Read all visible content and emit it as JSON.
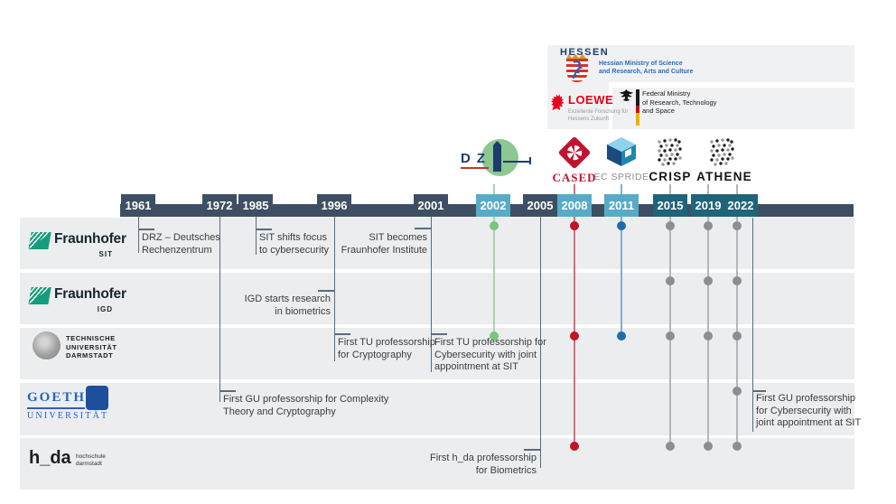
{
  "funders": {
    "hessen": {
      "wordmark": "HESSEN",
      "ministry": "Hessian Ministry of Science\nand Research, Arts and Culture"
    },
    "loewe": {
      "wordmark": "LOEWE",
      "tagline": "Exzellente Forschung für\nHessens Zukunft"
    },
    "federal_ministry": {
      "name": "Federal Ministry\nof Research, Technology\nand Space"
    }
  },
  "centers": [
    {
      "id": "dzi",
      "wordmark": "DZ",
      "color": "#1d3c6e",
      "year": "2002"
    },
    {
      "id": "cased",
      "wordmark": "CASED",
      "color": "#c2122f",
      "year": "2008"
    },
    {
      "id": "ec-spride",
      "wordmark": "EC SPRIDE",
      "color": "#1f6ca8",
      "year": "2011"
    },
    {
      "id": "crisp",
      "wordmark": "CRISP",
      "color": "#8e8e8e",
      "year": "2015"
    },
    {
      "id": "athene",
      "wordmark": "ATHENE",
      "color": "#8e8e8e",
      "year": "2019"
    }
  ],
  "timeline": {
    "years": [
      {
        "label": "1961",
        "style": "dark"
      },
      {
        "label": "1972",
        "style": "dark"
      },
      {
        "label": "1985",
        "style": "dark"
      },
      {
        "label": "1996",
        "style": "dark"
      },
      {
        "label": "2001",
        "style": "dark"
      },
      {
        "label": "2002",
        "style": "light-blue"
      },
      {
        "label": "2005",
        "style": "dark"
      },
      {
        "label": "2008",
        "style": "light-blue"
      },
      {
        "label": "2011",
        "style": "light-blue"
      },
      {
        "label": "2015",
        "style": "teal"
      },
      {
        "label": "2019",
        "style": "teal"
      },
      {
        "label": "2022",
        "style": "teal"
      }
    ]
  },
  "rows": [
    {
      "institution": "Fraunhofer SIT",
      "logo": {
        "brand": "Fraunhofer",
        "sub": "SIT"
      },
      "events": [
        {
          "year": "1961",
          "text": "DRZ – Deutsches\nRechenzentrum"
        },
        {
          "year": "1985",
          "text": "SIT shifts focus\nto cybersecurity"
        },
        {
          "year": "2001",
          "text": "SIT becomes\nFraunhofer Institute"
        }
      ],
      "milestone_years": [
        "2002",
        "2008",
        "2011",
        "2015",
        "2019",
        "2022"
      ]
    },
    {
      "institution": "Fraunhofer IGD",
      "logo": {
        "brand": "Fraunhofer",
        "sub": "IGD"
      },
      "events": [
        {
          "year": "1996",
          "text": "IGD starts research\nin biometrics"
        }
      ],
      "milestone_years": [
        "2015",
        "2019",
        "2022"
      ]
    },
    {
      "institution": "Technische Universität Darmstadt",
      "logo": {
        "lines": "TECHNISCHE\nUNIVERSITÄT\nDARMSTADT"
      },
      "events": [
        {
          "year": "1996",
          "text": "First TU professorship\nfor Cryptography"
        },
        {
          "year": "2001",
          "text": "First TU professorship for\nCybersecurity with joint\nappointment at SIT"
        }
      ],
      "milestone_years": [
        "2002",
        "2008",
        "2011",
        "2015",
        "2019",
        "2022"
      ]
    },
    {
      "institution": "Goethe Universität",
      "logo": {
        "line1": "GOETHE",
        "line2": "UNIVERSITÄT"
      },
      "events": [
        {
          "year": "1972",
          "text": "First GU professorship for Complexity\nTheory and Cryptography"
        },
        {
          "year": "2022",
          "text": "First GU professorship\nfor Cybersecurity with\njoint appointment at SIT"
        }
      ],
      "milestone_years": [
        "2022"
      ]
    },
    {
      "institution": "Hochschule Darmstadt",
      "logo": {
        "brand": "h_da",
        "sub": "hochschule\ndarmstadt"
      },
      "events": [
        {
          "year": "2005",
          "text": "First h_da professorship\nfor Biometrics"
        }
      ],
      "milestone_years": [
        "2008",
        "2015",
        "2019",
        "2022"
      ]
    }
  ],
  "colors": {
    "timeline_bar": "#3e4f63",
    "year_tab_highlight": "#58abc7",
    "year_tab_recent": "#1f6479",
    "row_background": "#ebedee",
    "dot_green": "#77c57f",
    "dot_red": "#c11327",
    "dot_blue": "#1f6ca8",
    "dot_gray": "#8e8e8e",
    "fraunhofer_green": "#169c7d",
    "goethe_blue": "#2d62b5"
  }
}
